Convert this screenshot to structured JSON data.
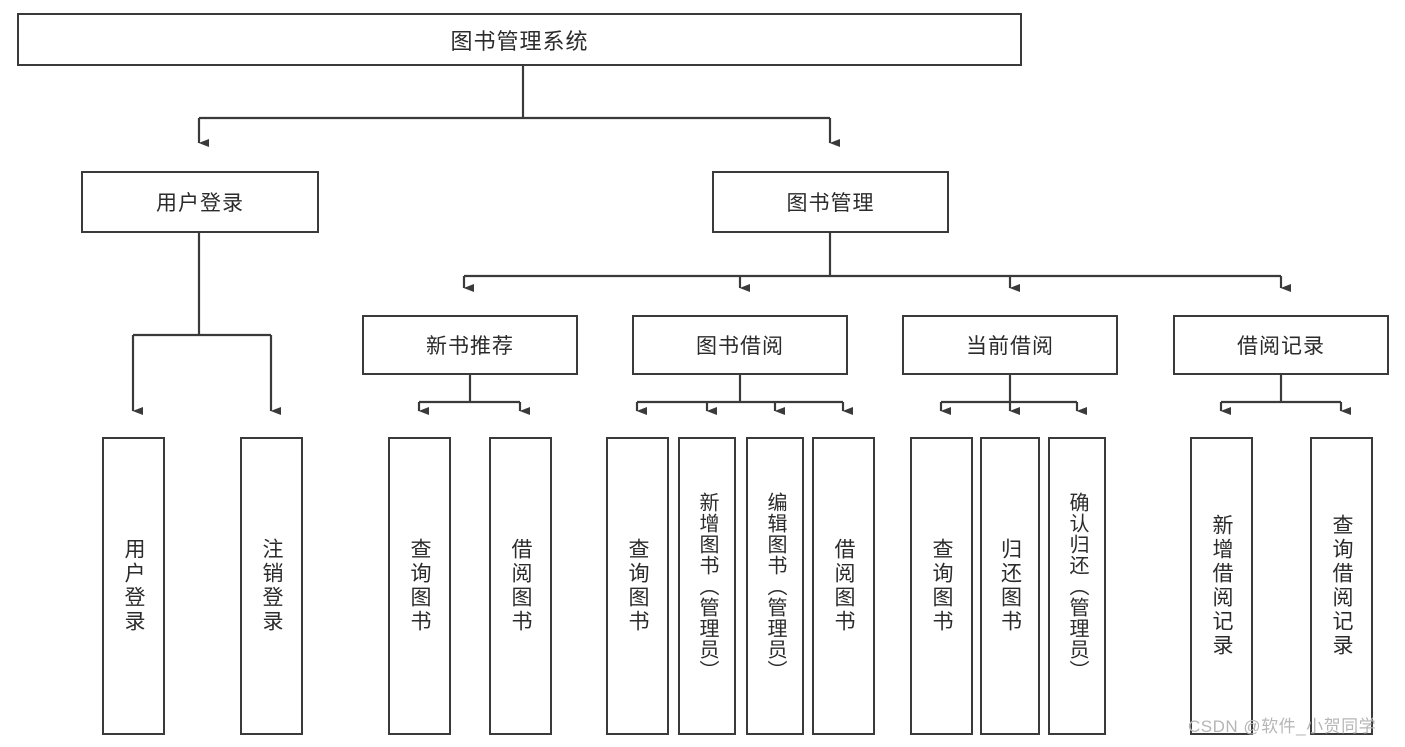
{
  "diagram": {
    "title": "图书管理系统",
    "type": "tree-hierarchy-chart",
    "root": {
      "id": "root",
      "label": "图书管理系统"
    },
    "level2": [
      {
        "id": "user-login",
        "label": "用户登录"
      },
      {
        "id": "book-manage",
        "label": "图书管理"
      }
    ],
    "level3": [
      {
        "id": "new-book-recommend",
        "label": "新书推荐",
        "parent": "book-manage"
      },
      {
        "id": "book-borrow",
        "label": "图书借阅",
        "parent": "book-manage"
      },
      {
        "id": "current-borrow",
        "label": "当前借阅",
        "parent": "book-manage"
      },
      {
        "id": "borrow-record",
        "label": "借阅记录",
        "parent": "book-manage"
      }
    ],
    "leaves": [
      {
        "id": "leaf-user-login",
        "label": "用户登录",
        "parent": "user-login"
      },
      {
        "id": "leaf-logout-login",
        "label": "注销登录",
        "parent": "user-login"
      },
      {
        "id": "leaf-query-book-1",
        "label": "查询图书",
        "parent": "new-book-recommend"
      },
      {
        "id": "leaf-borrow-book-1",
        "label": "借阅图书",
        "parent": "new-book-recommend"
      },
      {
        "id": "leaf-query-book-2",
        "label": "查询图书",
        "parent": "book-borrow"
      },
      {
        "id": "leaf-add-book",
        "label": "新增图书（管理员）",
        "parent": "book-borrow"
      },
      {
        "id": "leaf-edit-book",
        "label": "编辑图书（管理员）",
        "parent": "book-borrow"
      },
      {
        "id": "leaf-borrow-book-2",
        "label": "借阅图书",
        "parent": "book-borrow"
      },
      {
        "id": "leaf-query-book-3",
        "label": "查询图书",
        "parent": "current-borrow"
      },
      {
        "id": "leaf-return-book",
        "label": "归还图书",
        "parent": "current-borrow"
      },
      {
        "id": "leaf-confirm-return",
        "label": "确认归还（管理员）",
        "parent": "current-borrow"
      },
      {
        "id": "leaf-add-record",
        "label": "新增借阅记录",
        "parent": "borrow-record"
      },
      {
        "id": "leaf-query-record",
        "label": "查询借阅记录",
        "parent": "borrow-record"
      }
    ]
  },
  "watermark": {
    "text": "CSDN @软件_小贺同学"
  },
  "colors": {
    "border": "#3a3a3a",
    "background": "#ffffff",
    "text": "#2b2b2b",
    "watermark": "#b6b6b6"
  }
}
